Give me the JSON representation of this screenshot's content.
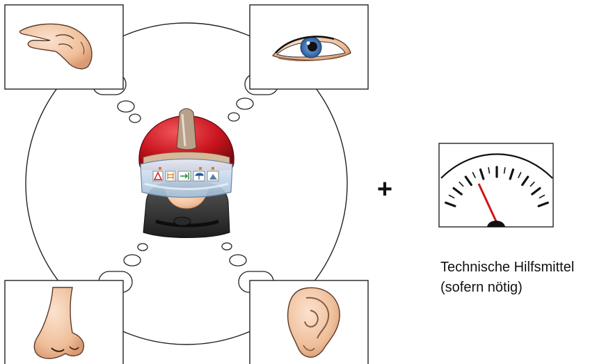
{
  "symbol_plus": "+",
  "caption": {
    "line1": "Technische Hilfsmittel",
    "line2": "(sofern nötig)"
  },
  "senses": [
    {
      "name": "touch",
      "icon": "hand-icon"
    },
    {
      "name": "sight",
      "icon": "eye-icon"
    },
    {
      "name": "smell",
      "icon": "nose-icon"
    },
    {
      "name": "hearing",
      "icon": "ear-icon"
    }
  ],
  "center_icon": "firefighter-helmet-icon",
  "gauge_icon": "pressure-gauge-icon",
  "colors": {
    "helmet_red": "#c8141e",
    "gauge_needle": "#d01414",
    "outline": "#222222",
    "skin": "#f2c7a4",
    "iris": "#3a6fb5"
  }
}
